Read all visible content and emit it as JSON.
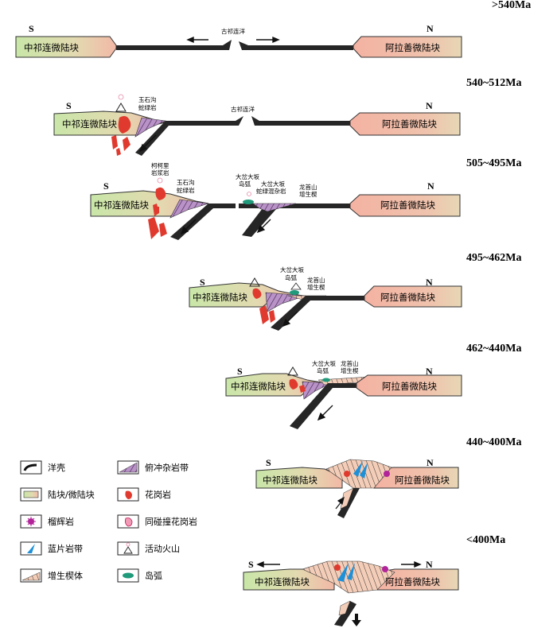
{
  "directions": {
    "south": "S",
    "north": "N"
  },
  "blocks": {
    "left": "中祁连微陆块",
    "right": "阿拉善微陆块"
  },
  "ocean_name": "古祁连洋",
  "stages": [
    {
      "time": ">540Ma"
    },
    {
      "time": "540~512Ma",
      "labels": [
        "玉石沟",
        "蛇绿岩"
      ],
      "ocean": "古祁连洋"
    },
    {
      "time": "505~495Ma",
      "labels": [
        "柯柯里",
        "岩浆岩",
        "玉石沟",
        "蛇绿岩",
        "大岔大坂",
        "岛弧",
        "大岔大坂",
        "蛇绿混杂岩",
        "龙首山",
        "增生楔"
      ]
    },
    {
      "time": "495~462Ma",
      "labels": [
        "大岔大坂",
        "岛弧",
        "龙首山",
        "增生楔"
      ]
    },
    {
      "time": "462~440Ma",
      "labels": [
        "大岔大坂",
        "岛弧",
        "龙首山",
        "增生楔"
      ]
    },
    {
      "time": "440~400Ma"
    },
    {
      "time": "<400Ma"
    }
  ],
  "legend": [
    {
      "label": "洋壳",
      "icon": "oceanic-crust-icon"
    },
    {
      "label": "俯冲杂岩带",
      "icon": "subduction-melange-icon"
    },
    {
      "label": "陆块/微陆块",
      "icon": "continental-block-icon"
    },
    {
      "label": "花岗岩",
      "icon": "granite-icon"
    },
    {
      "label": "榴辉岩",
      "icon": "eclogite-icon"
    },
    {
      "label": "同碰撞花岗岩",
      "icon": "syn-collision-granite-icon"
    },
    {
      "label": "蓝片岩带",
      "icon": "blueschist-icon"
    },
    {
      "label": "活动火山",
      "icon": "active-volcano-icon"
    },
    {
      "label": "增生楔体",
      "icon": "accretionary-wedge-icon"
    },
    {
      "label": "岛弧",
      "icon": "island-arc-icon"
    }
  ],
  "colors": {
    "ocean": "#262626",
    "block_green": "#cfe8b0",
    "block_pink": "#f2b8a6",
    "granite": "#e03a2f",
    "melange": "#9b6bb0",
    "blueschist": "#1e90d8",
    "island_arc": "#1f9a7a",
    "eclogite": "#b2249a"
  }
}
